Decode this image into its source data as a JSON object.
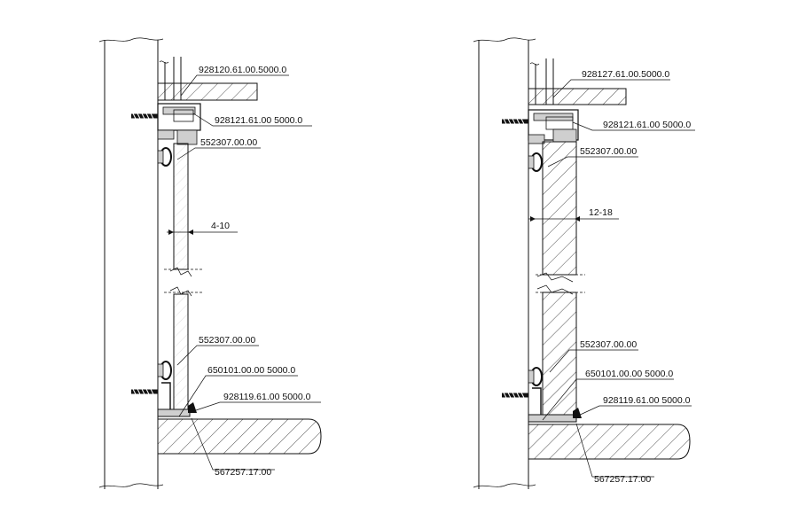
{
  "left_detail": {
    "labels": {
      "top_profile": "928120.61.00.5000.0",
      "clamp_profile": "928121.61.00 5000.0",
      "gasket_top": "552307.00.00",
      "gap": "4-10",
      "gasket_bottom": "552307.00.00",
      "base_profile": "650101.00.00 5000.0",
      "bottom_profile": "928119.61.00 5000.0",
      "end_part": "567257.17.00"
    }
  },
  "right_detail": {
    "labels": {
      "top_profile": "928127.61.00.5000.0",
      "clamp_profile": "928121.61.00 5000.0",
      "gasket_top": "552307.00.00",
      "gap": "12-18",
      "gasket_bottom": "552307.00.00",
      "base_profile": "650101.00.00 5000.0",
      "bottom_profile": "928119.61.00 5000.0",
      "end_part": "567257.17.00"
    }
  },
  "colors": {
    "line": "#111111",
    "background": "#ffffff",
    "profile_fill": "#cfcfcf"
  }
}
